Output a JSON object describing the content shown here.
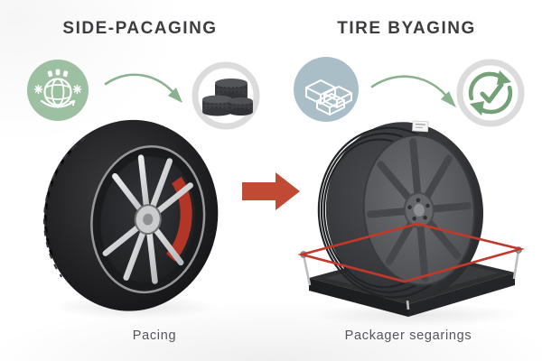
{
  "colors": {
    "heading_text": "#3d3d40",
    "caption_text": "#55555a",
    "globe_circle": "#9dbfa2",
    "boxes_circle": "#a9bec6",
    "ring_gray": "#dcdcdd",
    "green_arrow": "#8bb28e",
    "recycle_green": "#74a178",
    "red_arrow": "#c04a33",
    "red_frame": "#c2382a",
    "icon_stroke_white": "#ffffff"
  },
  "left_section": {
    "title": "SIDE-PACAGING",
    "caption": "Pacing",
    "icons": [
      {
        "name": "globe-eco-icon"
      },
      {
        "name": "curved-arrow-icon"
      },
      {
        "name": "stacked-tires-icon"
      }
    ]
  },
  "right_section": {
    "title": "TIRE BYAGING",
    "caption": "Packager segarings",
    "icons": [
      {
        "name": "packaging-boxes-icon"
      },
      {
        "name": "curved-arrow-icon"
      },
      {
        "name": "recycle-check-icon"
      }
    ]
  },
  "center": {
    "transform_arrow": "right-arrow-icon"
  }
}
